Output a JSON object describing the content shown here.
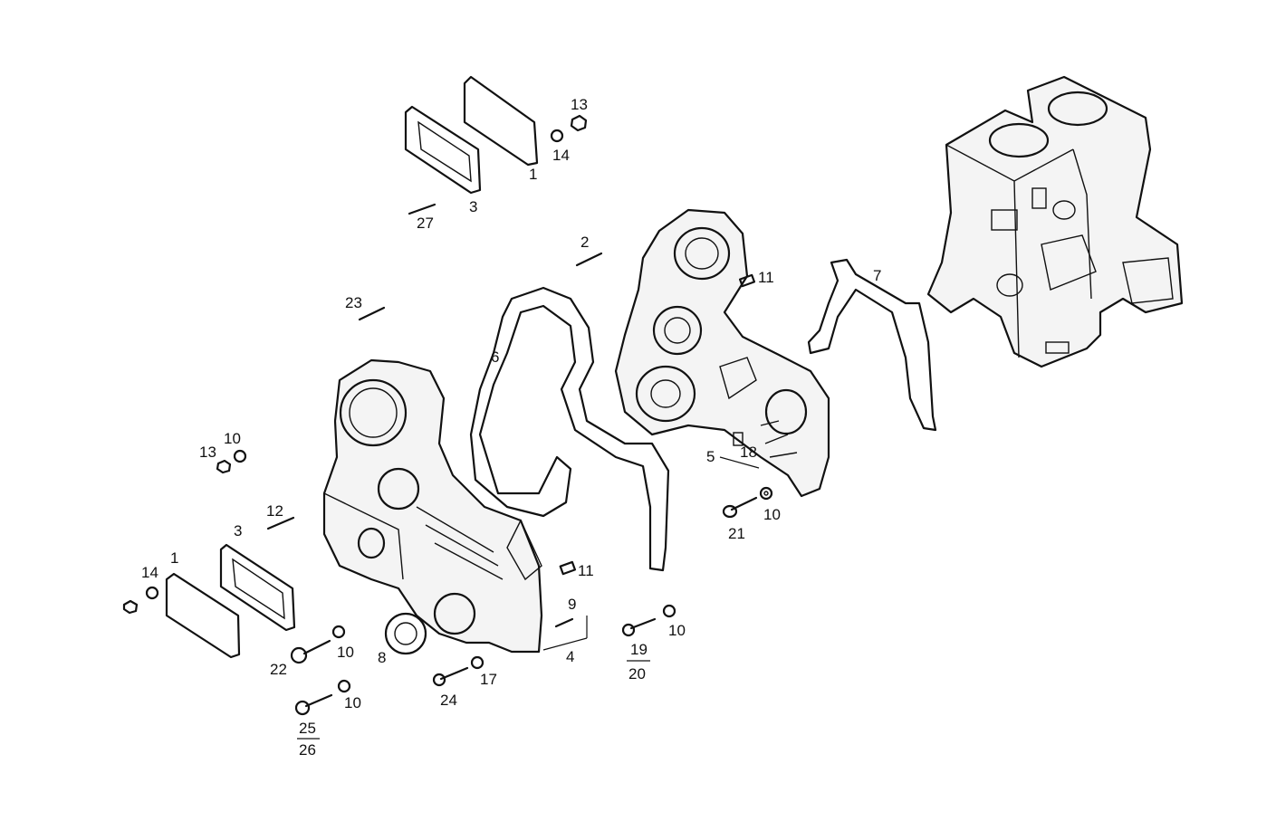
{
  "callouts": {
    "top_cover": "1",
    "top_gasket": "3",
    "top_stud": "27",
    "top_nut": "13",
    "top_washer": "14",
    "stud_2": "2",
    "stud_23": "23",
    "gasket_6": "6",
    "rear_plate": "5",
    "dowel_18": "18",
    "pin_11_rear": "11",
    "gasket_7": "7",
    "bolt_21": "21",
    "washer_10_rear": "10",
    "nut_13_left": "13",
    "washer_10_left": "10",
    "stud_12": "12",
    "gasket_3_left": "3",
    "cover_1_left": "1",
    "washer_14_left": "14",
    "bolt_22": "22",
    "washer_10_b22": "10",
    "bolt_25": "25",
    "bolt_26": "26",
    "washer_10_b25": "10",
    "seal_8": "8",
    "bolt_24": "24",
    "washer_17": "17",
    "front_cover": "4",
    "stud_9": "9",
    "pin_11_front": "11",
    "bolt_19": "19",
    "bolt_20": "20",
    "washer_10_b19": "10"
  }
}
